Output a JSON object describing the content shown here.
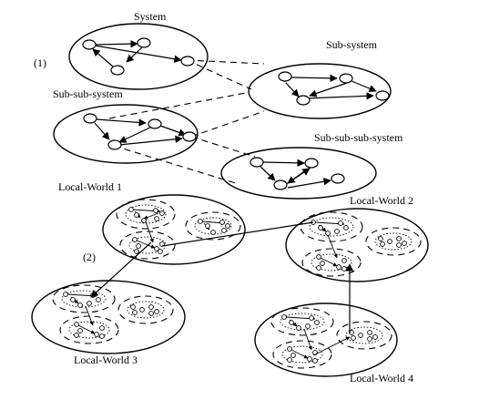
{
  "labels": {
    "system": "System",
    "subsystem": "Sub-system",
    "subsubsystem": "Sub-sub-system",
    "subsubsubsystem": "Sub-sub-sub-system",
    "marker1": "(1)",
    "marker2": "(2)",
    "lw1": "Local-World 1",
    "lw2": "Local-World 2",
    "lw3": "Local-World 3",
    "lw4": "Local-World 4"
  },
  "colors": {
    "stroke": "#000000",
    "background": "#ffffff"
  }
}
